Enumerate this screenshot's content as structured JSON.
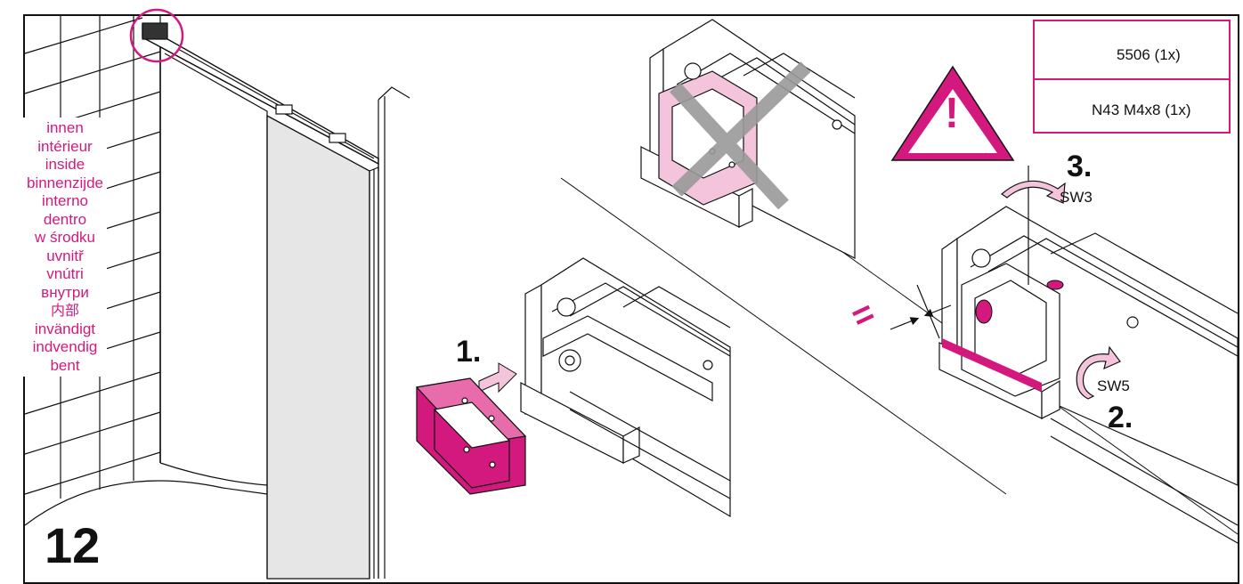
{
  "step_number": "12",
  "inside_labels": [
    "innen",
    "intérieur",
    "inside",
    "binnenzijde",
    "interno",
    "dentro",
    "w środku",
    "uvnitř",
    "vnútri",
    "внутри",
    "内部",
    "invändigt",
    "indvendig",
    "bent"
  ],
  "steps": {
    "step1": "1.",
    "step2": "2.",
    "step3": "3."
  },
  "tools": {
    "sw3": "SW3",
    "sw5": "SW5"
  },
  "parts": [
    {
      "label": "5506 (1x)",
      "icon": "spacer-block-icon"
    },
    {
      "label": "N43 M4x8 (1x)",
      "icon": "hex-socket-screw-icon"
    }
  ],
  "symbols": {
    "warning": "!",
    "equal": "="
  },
  "colors": {
    "accent": "#d4197e",
    "accent_light": "#f3c4dc",
    "line": "#111111",
    "cross": "#9a9a9a",
    "glass": "#e6e6e6"
  }
}
